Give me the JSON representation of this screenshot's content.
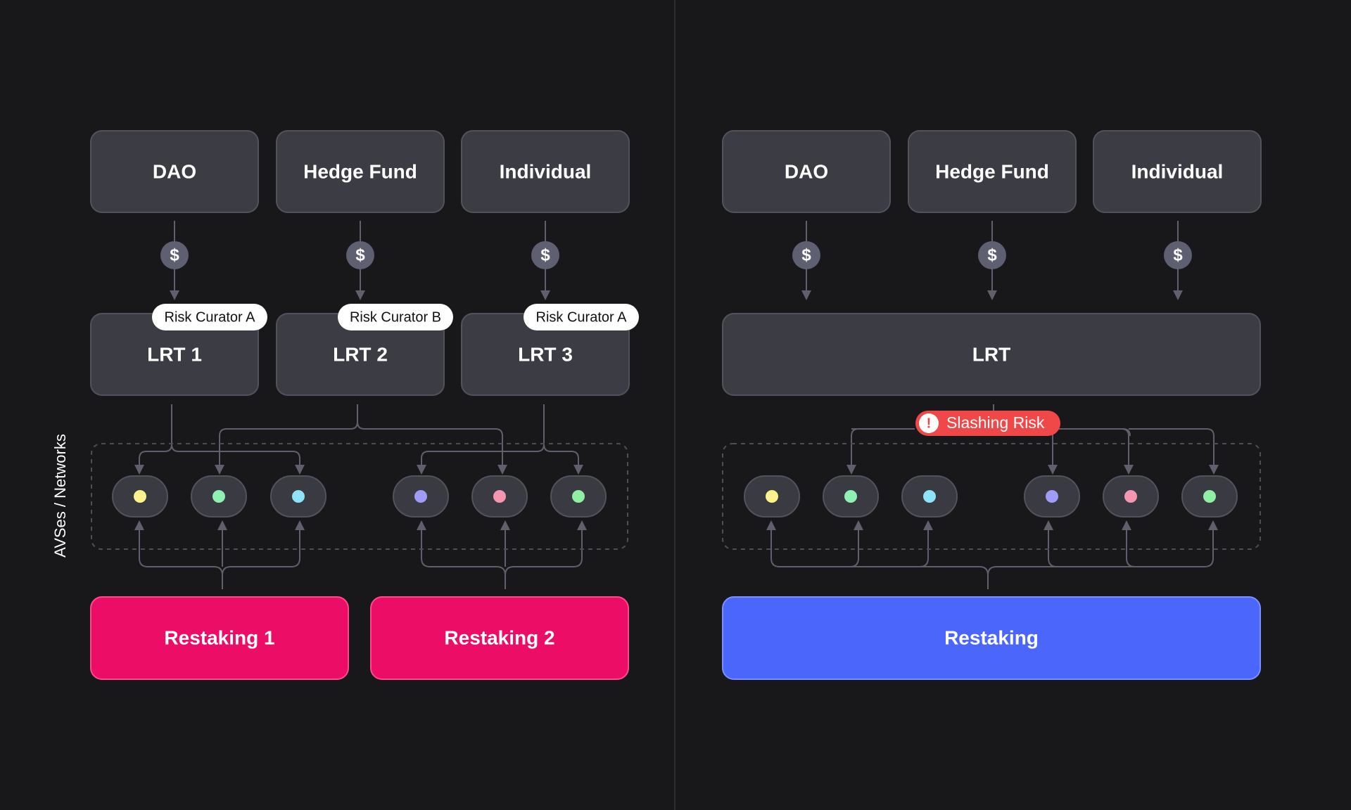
{
  "side_label": "AVSes / Networks",
  "dollar_symbol": "$",
  "left": {
    "investors": [
      "DAO",
      "Hedge Fund",
      "Individual"
    ],
    "lrts": [
      {
        "label": "LRT 1",
        "curator": "Risk Curator A"
      },
      {
        "label": "LRT 2",
        "curator": "Risk Curator B"
      },
      {
        "label": "LRT 3",
        "curator": "Risk Curator A"
      }
    ],
    "restaking": [
      "Restaking 1",
      "Restaking 2"
    ]
  },
  "right": {
    "investors": [
      "DAO",
      "Hedge Fund",
      "Individual"
    ],
    "lrt": "LRT",
    "slashing_label": "Slashing Risk",
    "slashing_icon": "exclamation-icon",
    "slashing_icon_glyph": "!",
    "restaking": "Restaking"
  },
  "avs_node_colors": [
    "#fcf38c",
    "#8ff0b4",
    "#8de3f7",
    "#9e9cf8",
    "#f596b0",
    "#8ff0a4"
  ],
  "colors": {
    "background": "#18181b",
    "card": "#3c3c45",
    "card_border": "#52525c",
    "connector": "#5f5f6d",
    "node_fill": "#3a3a42",
    "restaking_left": "#ec0e66",
    "restaking_right": "#4a66fb",
    "slashing": "#f04848",
    "divider": "#2d2d33"
  }
}
